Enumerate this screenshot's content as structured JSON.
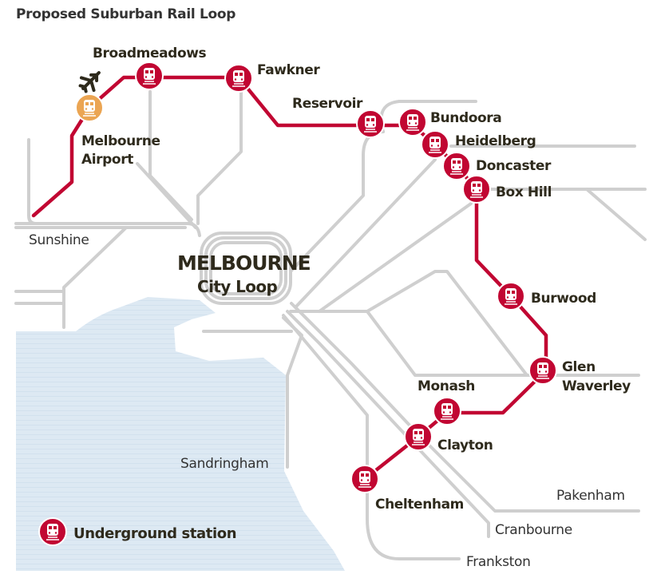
{
  "title": "Proposed Suburban Rail Loop",
  "colors": {
    "line": "#c10632",
    "airport_station": "#eba553",
    "existing_lines": "#cfcfcf",
    "water": "#dde9f3"
  },
  "city": {
    "name": "MELBOURNE",
    "sub": "City Loop"
  },
  "stations": {
    "airport": {
      "line1": "Melbourne",
      "line2": "Airport"
    },
    "broadmeadows": "Broadmeadows",
    "fawkner": "Fawkner",
    "reservoir": "Reservoir",
    "bundoora": "Bundoora",
    "heidelberg": "Heidelberg",
    "doncaster": "Doncaster",
    "box_hill": "Box Hill",
    "burwood": "Burwood",
    "glen_waverley": {
      "line1": "Glen",
      "line2": "Waverley"
    },
    "monash": "Monash",
    "clayton": "Clayton",
    "cheltenham": "Cheltenham"
  },
  "places": {
    "sunshine": "Sunshine",
    "sandringham": "Sandringham",
    "pakenham": "Pakenham",
    "cranbourne": "Cranbourne",
    "frankston": "Frankston"
  },
  "legend": {
    "underground": "Underground station"
  },
  "icons": {
    "airport": "airplane-icon",
    "station": "train-icon"
  }
}
